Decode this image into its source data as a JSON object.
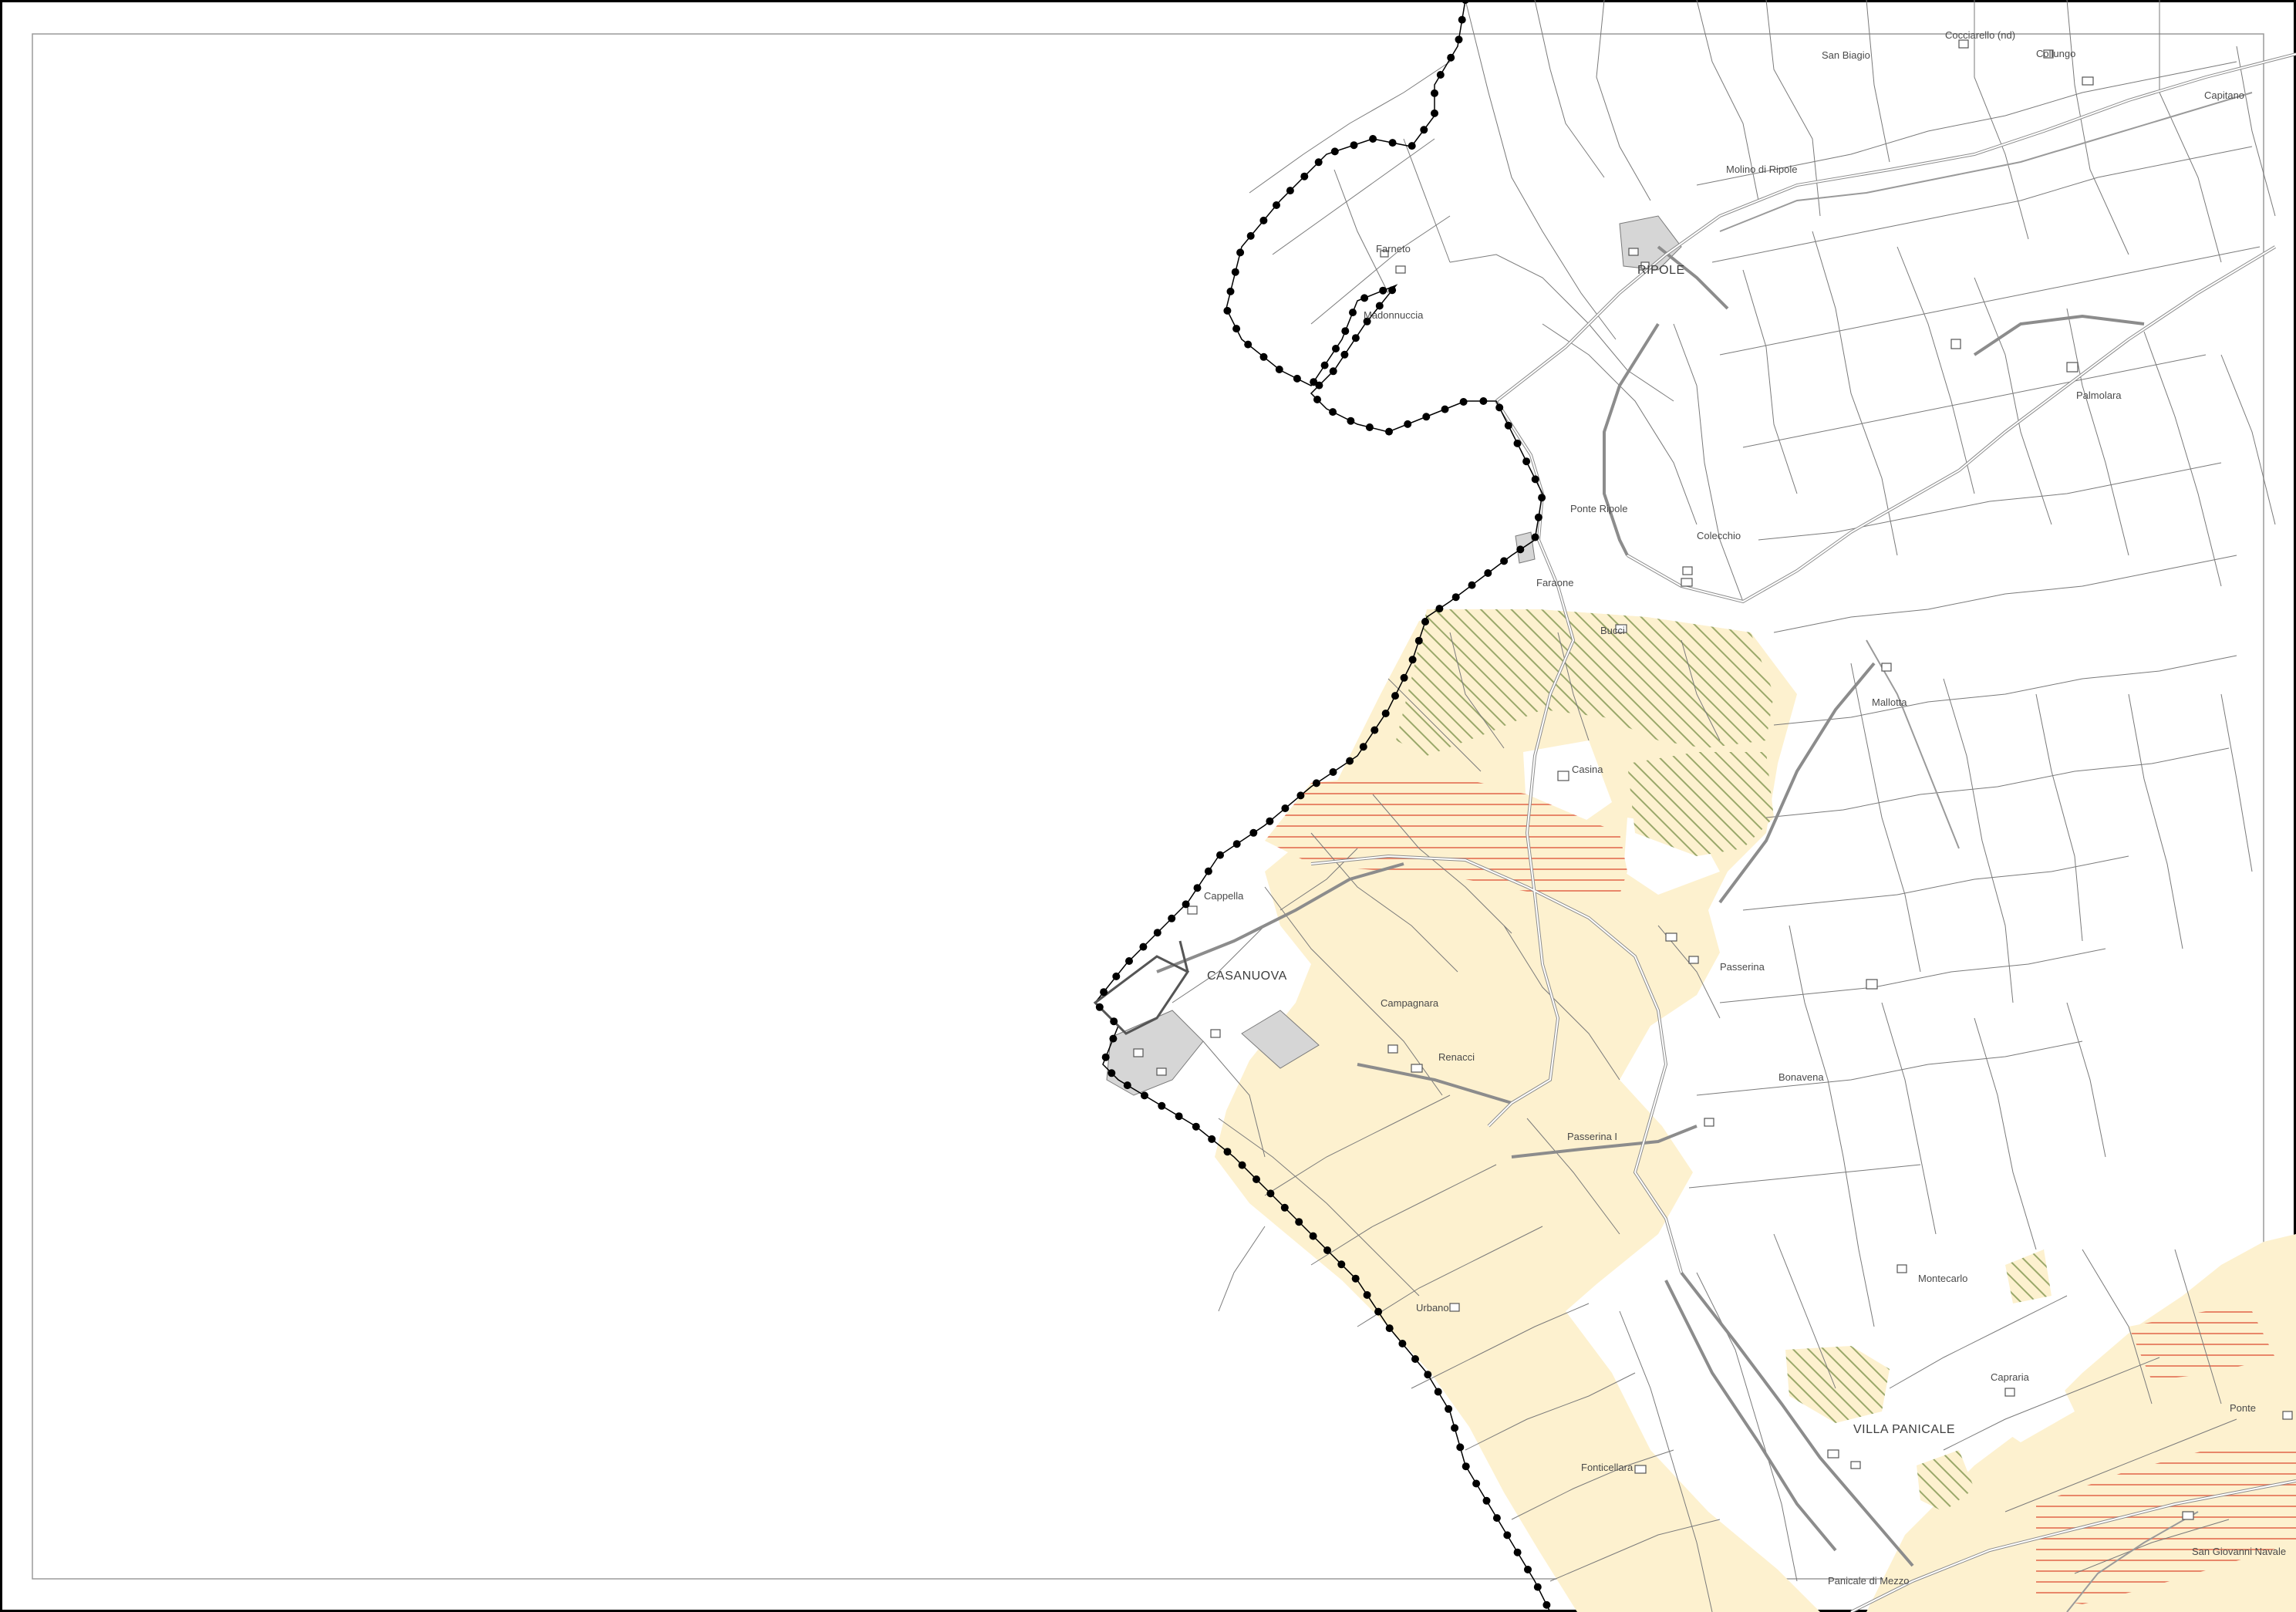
{
  "map": {
    "colors": {
      "zone_fill": "#fdf1cf",
      "hatch_green": "#9aa86a",
      "hatch_red": "#e8876a",
      "built_gray": "#d6d6d6",
      "parcel_line": "#7a7a7a",
      "road_line": "#8c8c8c",
      "boundary_dot": "#000000",
      "frame": "#000000"
    },
    "towns": {
      "ripole": "RIPOLE",
      "casanuova": "CASANUOVA",
      "villa_panicale": "VILLA PANICALE"
    },
    "places": {
      "cocciarello": "Cocciarello (nd)",
      "san_biagio": "San Biagio",
      "collungo": "Collungo",
      "capitano": "Capitano",
      "molino_di_ripole": "Molino di Ripole",
      "farneto": "Farneto",
      "madonnuccia": "Madonnuccia",
      "palmolara": "Palmolara",
      "ponte_ripole": "Ponte Ripole",
      "colecchio": "Colecchio",
      "faraone": "Faraone",
      "bucci": "Bucci",
      "mallotta": "Mallotta",
      "casina": "Casina",
      "cappella": "Cappella",
      "passerina": "Passerina",
      "campagnara": "Campagnara",
      "renacci": "Renacci",
      "bonavena": "Bonavena",
      "passerina_i": "Passerina I",
      "montecarlo": "Montecarlo",
      "urbano": "Urbano",
      "capraria": "Capraria",
      "ponte": "Ponte",
      "fonticellara": "Fonticellara",
      "san_giovanni_navale": "San Giovanni Navale",
      "panicale_di_mezzo": "Panicale di Mezzo"
    }
  }
}
